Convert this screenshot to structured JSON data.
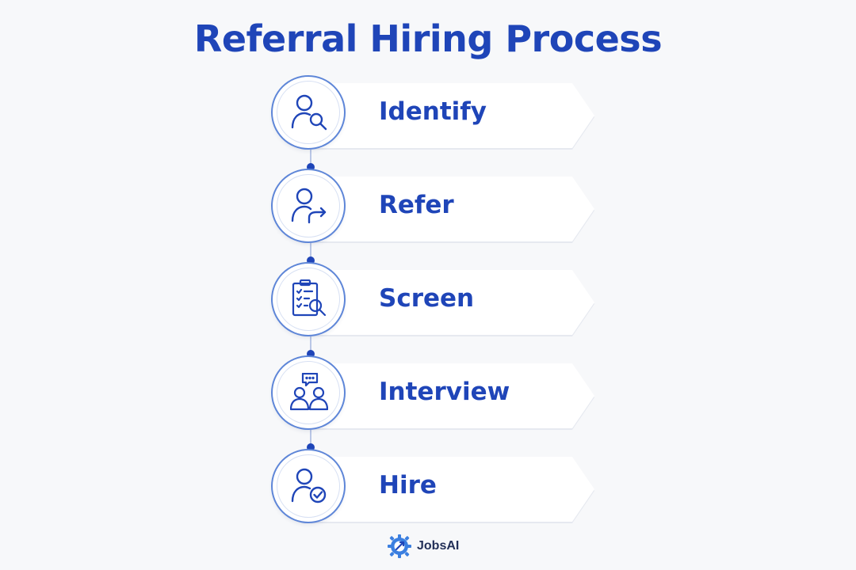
{
  "title": "Referral Hiring Process",
  "steps": [
    {
      "label": "Identify",
      "icon": "person-search-icon"
    },
    {
      "label": "Refer",
      "icon": "person-forward-icon"
    },
    {
      "label": "Screen",
      "icon": "clipboard-search-icon"
    },
    {
      "label": "Interview",
      "icon": "people-chat-icon"
    },
    {
      "label": "Hire",
      "icon": "person-check-icon"
    }
  ],
  "brand": {
    "name": "JobsAI",
    "icon": "gear-rocket-logo-icon"
  },
  "colors": {
    "accent": "#1f45b8",
    "background": "#f7f8fa",
    "ring": "#5e86d8"
  }
}
